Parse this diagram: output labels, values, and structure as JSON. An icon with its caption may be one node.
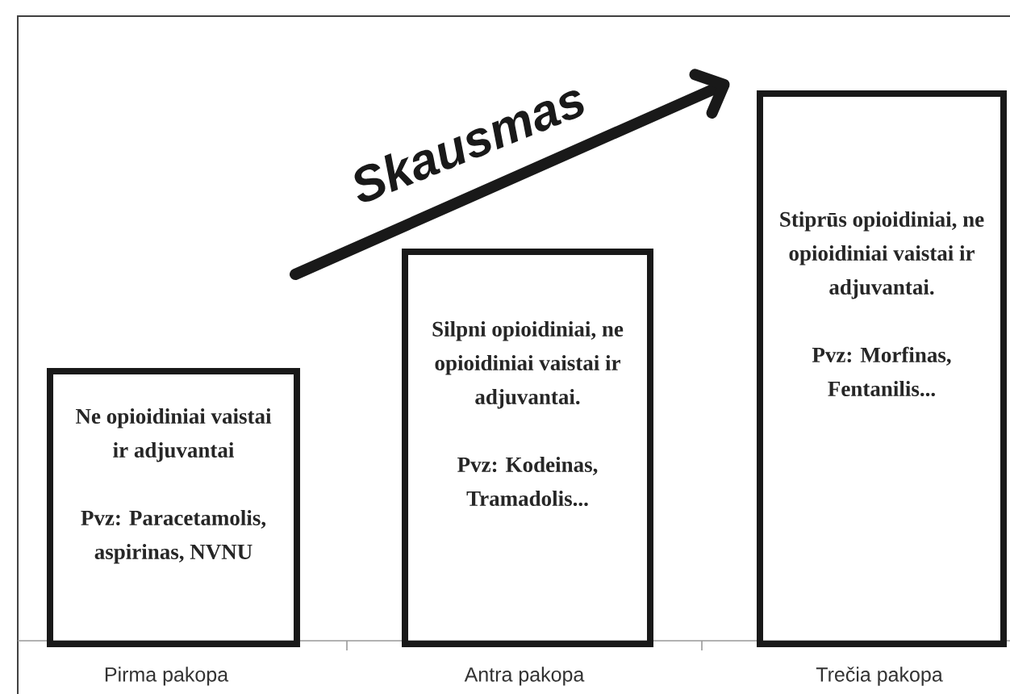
{
  "diagram": {
    "nodes": [
      {
        "text": [
          "Ne opioidiniai vaistai ir adjuvantai",
          "Pvz: Paracetamolis, aspirinas, NVNU"
        ]
      },
      {
        "text": [
          "Silpni opioidiniai, ne opioidiniai vaistai ir adjuvantai.",
          "Pvz: Kodeinas, Tramadolis..."
        ]
      },
      {
        "text": [
          "Stiprūs opioidiniai, ne opioidiniai vaistai ir adjuvantai.",
          "Pvz: Morfinas, Fentanilis..."
        ]
      }
    ],
    "edges": [],
    "labels": [
      "Skausmas",
      "Pirma pakopa",
      "Antra pakopa",
      "Trečia pakopa"
    ]
  }
}
